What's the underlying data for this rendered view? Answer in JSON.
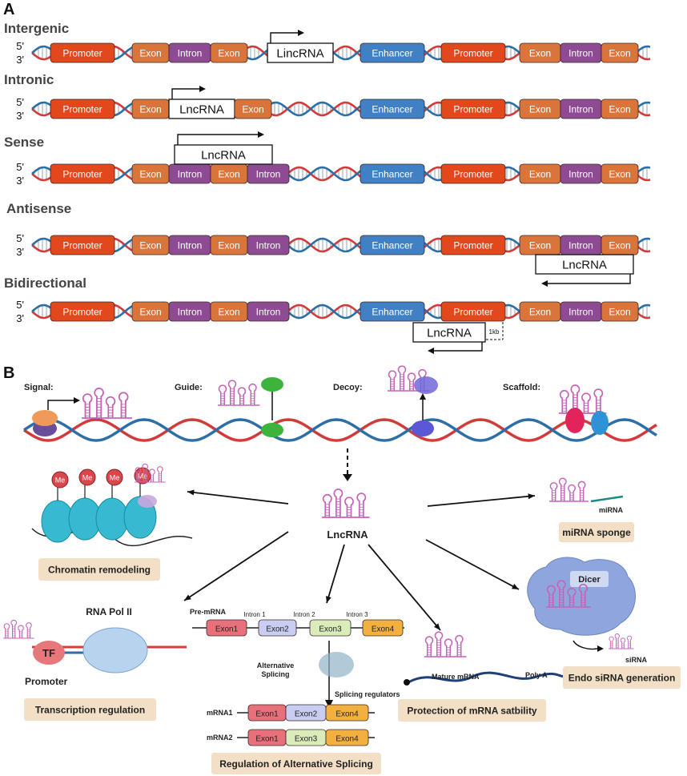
{
  "panel_a": {
    "letter": "A",
    "rows": [
      {
        "title": "Intergenic",
        "strand5": "5'",
        "strand3": "3'",
        "lnc": "LincRNA"
      },
      {
        "title": "Intronic",
        "strand5": "5'",
        "strand3": "3'",
        "lnc": "LncRNA"
      },
      {
        "title": "Sense",
        "strand5": "5'",
        "strand3": "3'",
        "lnc": "LncRNA"
      },
      {
        "title": "Antisense",
        "strand5": "5'",
        "strand3": "3'",
        "lnc": "LncRNA"
      },
      {
        "title": "Bidirectional",
        "strand5": "5'",
        "strand3": "3'",
        "lnc": "LncRNA",
        "distance": "1kb"
      }
    ],
    "elements": {
      "promoter": "Promoter",
      "exon": "Exon",
      "intron": "Intron",
      "enhancer": "Enhancer"
    },
    "colors": {
      "promoter": "#e2481b",
      "exon": "#d9743b",
      "intron": "#8e4b94",
      "enhancer": "#3f81c4",
      "dna_red": "#d33a3a",
      "dna_blue": "#2c6fa6"
    }
  },
  "panel_b": {
    "letter": "B",
    "mechanisms": {
      "signal": "Signal:",
      "guide": "Guide:",
      "decoy": "Decoy:",
      "scaffold": "Scaffold:"
    },
    "center": "LncRNA",
    "chromatin": {
      "me": "Me",
      "label": "Chromatin remodeling"
    },
    "sponge": {
      "mirna": "miRNA",
      "label": "miRNA sponge"
    },
    "transcription": {
      "pol": "RNA Pol II",
      "tf": "TF",
      "promoter": "Promoter",
      "label": "Transcription regulation"
    },
    "splicing": {
      "pre": "Pre-mRNA",
      "introns": [
        "Intron 1",
        "Intron 2",
        "Intron 3"
      ],
      "exons": [
        "Exon1",
        "Exon2",
        "Exon3",
        "Exon4"
      ],
      "alt1": "Alternative",
      "alt2": "Splicing",
      "regulators": "Splicing regulators",
      "mrna1": "mRNA1",
      "mrna1_exons": [
        "Exon1",
        "Exon2",
        "Exon4"
      ],
      "mrna2": "mRNA2",
      "mrna2_exons": [
        "Exon1",
        "Exon3",
        "Exon4"
      ],
      "label": "Regulation of Alternative Splicing"
    },
    "stability": {
      "mature": "Mature mRNA",
      "polya": "Poly A",
      "label": "Protection of mRNA satbility"
    },
    "sirna": {
      "dicer": "Dicer",
      "sirna": "siRNA",
      "label": "Endo siRNA generation"
    },
    "colors": {
      "lnc_pink": "#c564b8",
      "label_bg": "#f3dfc6",
      "nucleosome": "#36b9d1",
      "me_red": "#d8474b",
      "dicer": "#8ea6dd",
      "exon1": "#e8707a",
      "exon2": "#c8cdf1",
      "exon3": "#d9ecb9",
      "exon4": "#f2b13e",
      "tf": "#e6777a",
      "pol": "#b8d3ee"
    }
  }
}
